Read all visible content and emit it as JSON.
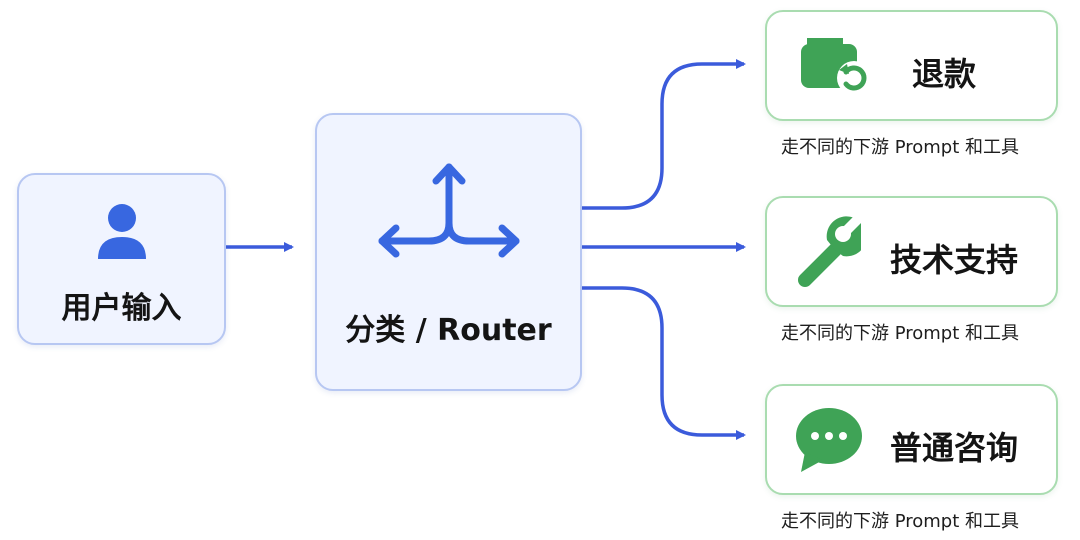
{
  "input": {
    "label": "用户输入",
    "icon": "user-icon"
  },
  "router": {
    "label": "分类 / Router",
    "icon": "split-arrows-icon"
  },
  "routes": [
    {
      "label": "退款",
      "caption": "走不同的下游 Prompt 和工具",
      "icon": "wallet-refund-icon"
    },
    {
      "label": "技术支持",
      "caption": "走不同的下游 Prompt 和工具",
      "icon": "wrench-icon"
    },
    {
      "label": "普通咨询",
      "caption": "走不同的下游 Prompt 和工具",
      "icon": "chat-bubble-icon"
    }
  ],
  "colors": {
    "arrow": "#3b5bdb",
    "user_icon": "#3867e0",
    "route_icon": "#3fa356",
    "green_border": "#a9dcb0",
    "blue_border": "#b7c7f2"
  }
}
